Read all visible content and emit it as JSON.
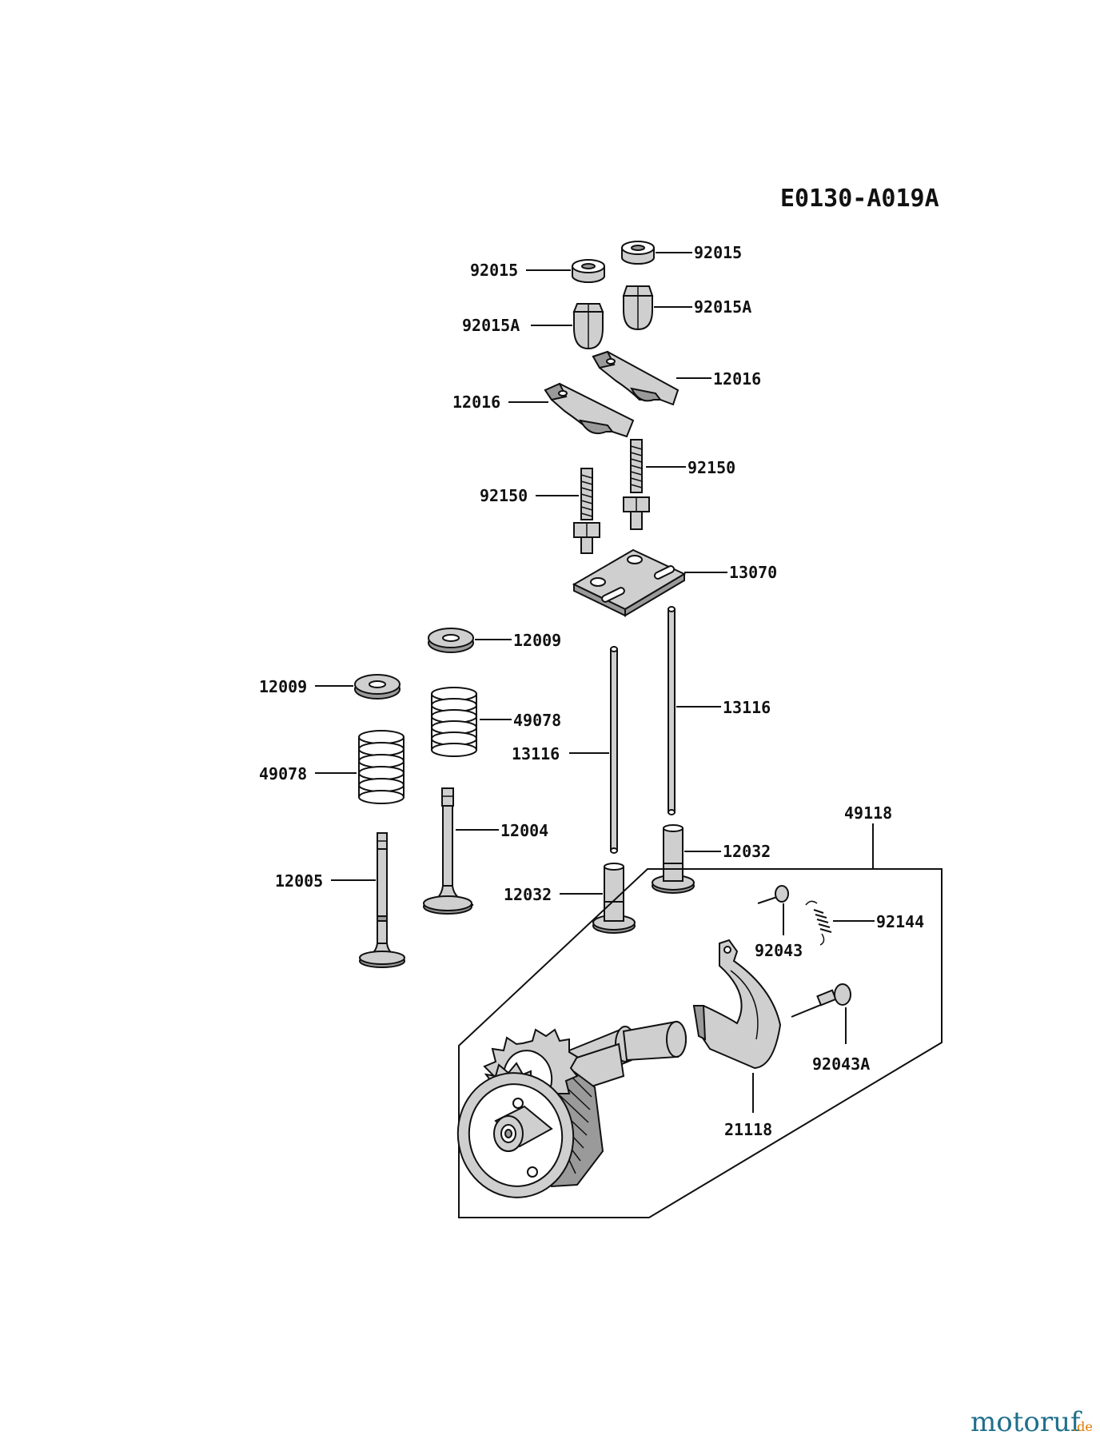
{
  "diagram_code": "E0130-A019A",
  "watermark": {
    "main": "motoruf",
    "suffix": ".de"
  },
  "parts": {
    "nut_left": "92015",
    "nut_right": "92015",
    "cap_nut_left": "92015A",
    "cap_nut_right": "92015A",
    "rocker_arm_left": "12016",
    "rocker_arm_right": "12016",
    "stud_left": "92150",
    "stud_right": "92150",
    "guide_plate": "13070",
    "retainer_upper": "12009",
    "retainer_lower": "12009",
    "spring_right": "49078",
    "spring_left": "49078",
    "push_rod_left": "13116",
    "push_rod_right": "13116",
    "exhaust_valve": "12004",
    "intake_valve": "12005",
    "tappet_left": "12032",
    "tappet_right": "12032",
    "camshaft_assy": "49118",
    "pin": "92043",
    "spring_small": "92144",
    "bolt": "92043A",
    "governor_weight": "21118"
  }
}
